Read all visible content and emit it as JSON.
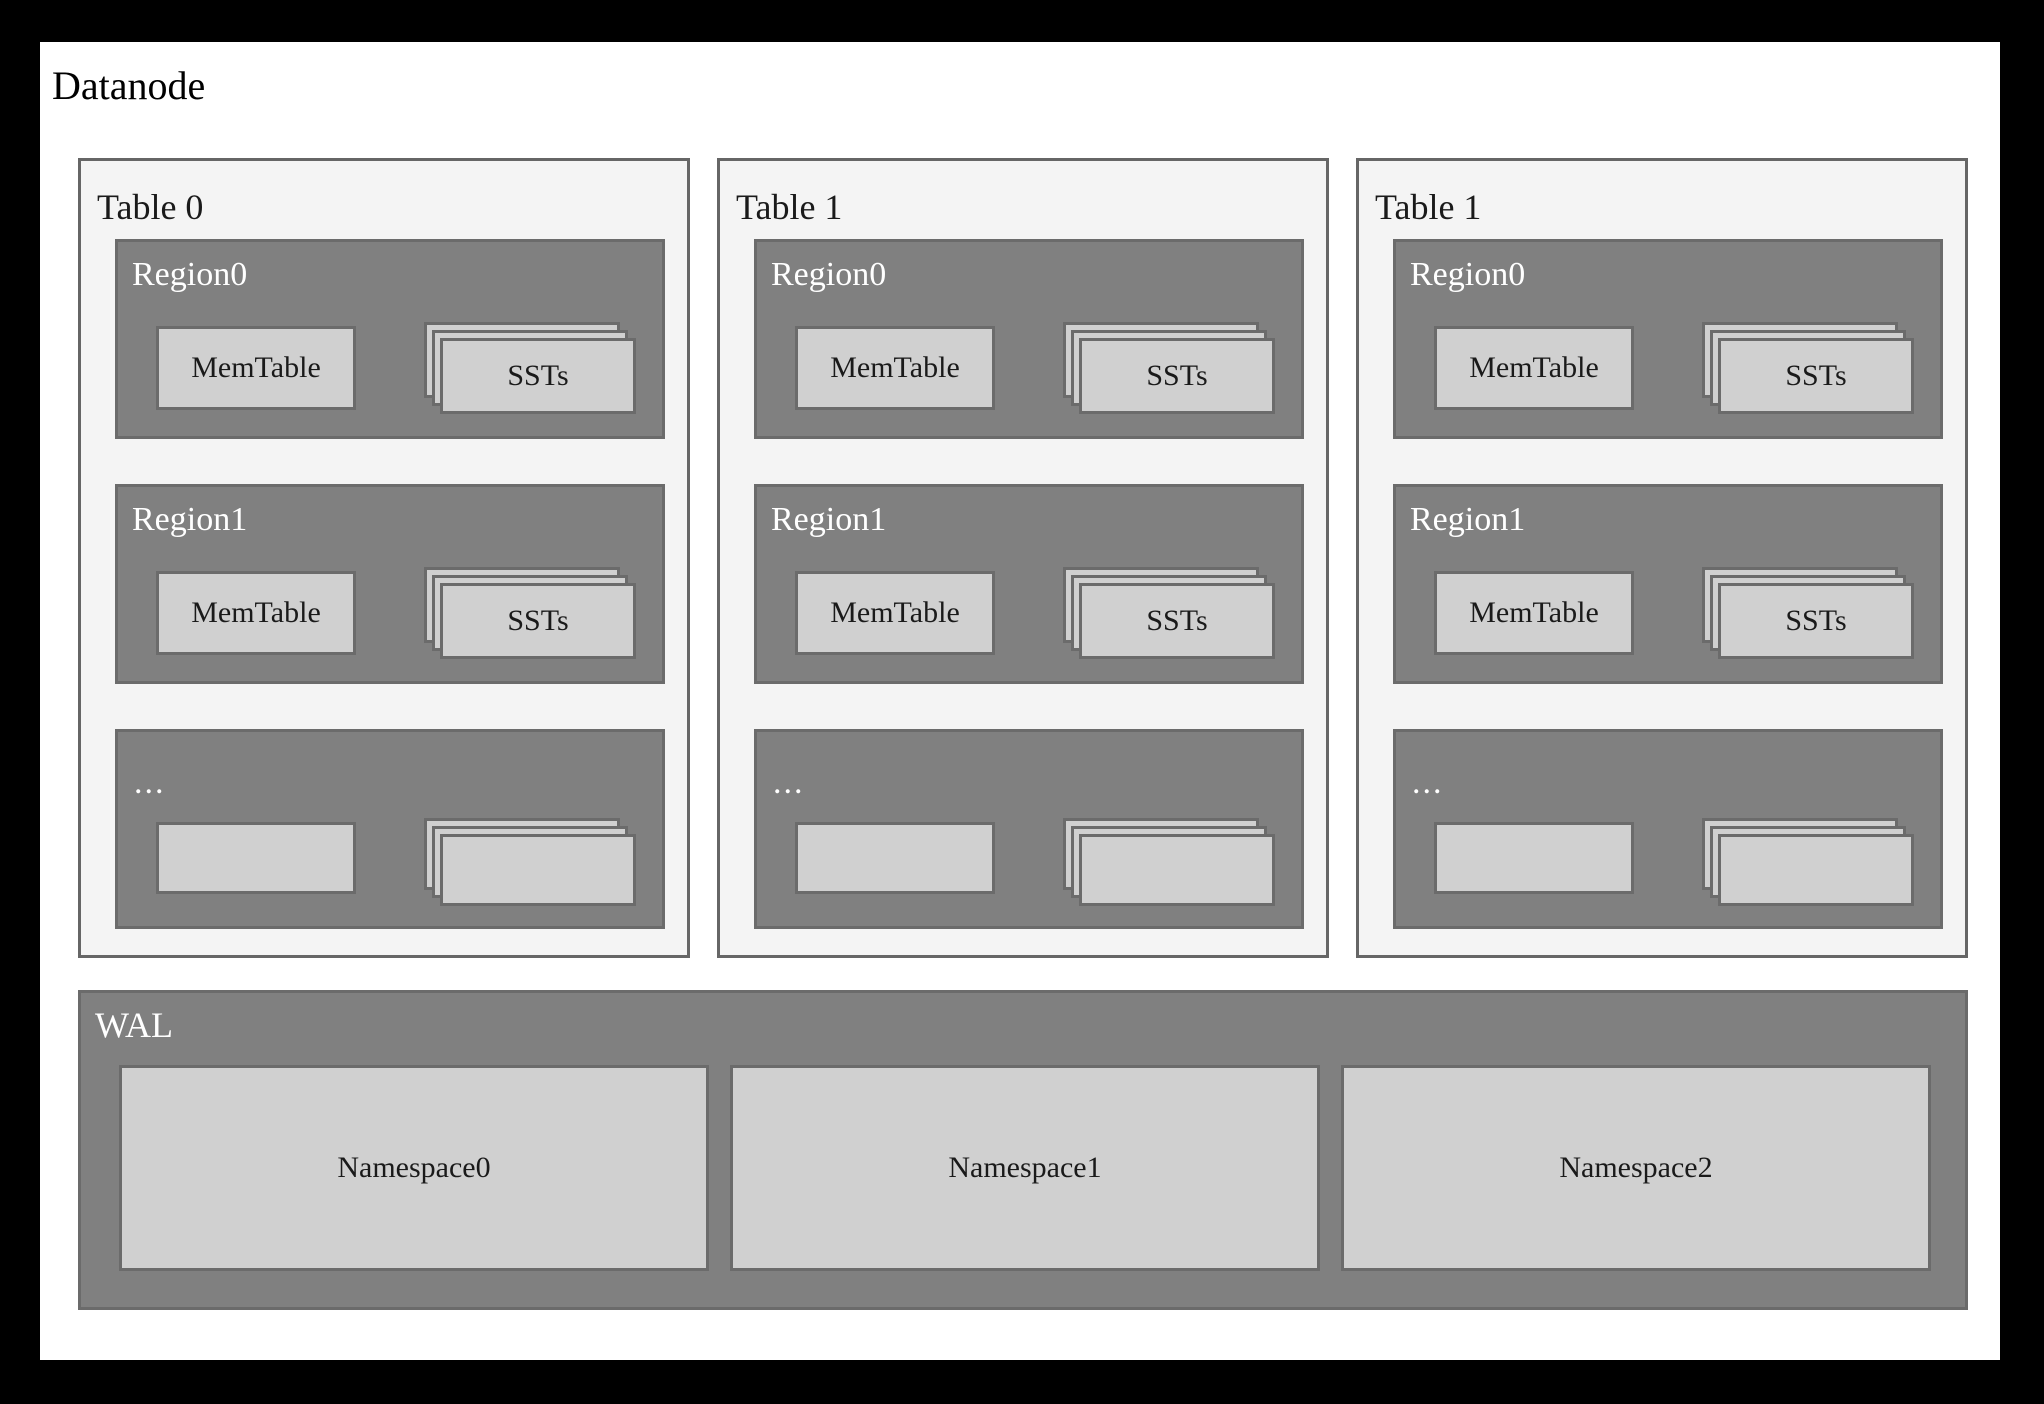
{
  "diagram": {
    "title": "Datanode",
    "colors": {
      "canvas": "#ffffff",
      "frame": "#000000",
      "table_panel_bg": "#f4f4f4",
      "region_bg": "#808080",
      "box_bg": "#d0d0d0",
      "border": "#666666",
      "light_text": "#ffffff",
      "dark_text": "#1a1a1a"
    },
    "tables": [
      {
        "label": "Table 0",
        "regions": [
          {
            "label": "Region0",
            "is_ellipsis": false,
            "memtable_label": "MemTable",
            "sst_label": "SSTs",
            "sst_layers": 3
          },
          {
            "label": "Region1",
            "is_ellipsis": false,
            "memtable_label": "MemTable",
            "sst_label": "SSTs",
            "sst_layers": 3
          },
          {
            "label": "...",
            "is_ellipsis": true,
            "memtable_label": "",
            "sst_label": "",
            "sst_layers": 3
          }
        ]
      },
      {
        "label": "Table 1",
        "regions": [
          {
            "label": "Region0",
            "is_ellipsis": false,
            "memtable_label": "MemTable",
            "sst_label": "SSTs",
            "sst_layers": 3
          },
          {
            "label": "Region1",
            "is_ellipsis": false,
            "memtable_label": "MemTable",
            "sst_label": "SSTs",
            "sst_layers": 3
          },
          {
            "label": "...",
            "is_ellipsis": true,
            "memtable_label": "",
            "sst_label": "",
            "sst_layers": 3
          }
        ]
      },
      {
        "label": "Table 1",
        "regions": [
          {
            "label": "Region0",
            "is_ellipsis": false,
            "memtable_label": "MemTable",
            "sst_label": "SSTs",
            "sst_layers": 3
          },
          {
            "label": "Region1",
            "is_ellipsis": false,
            "memtable_label": "MemTable",
            "sst_label": "SSTs",
            "sst_layers": 3
          },
          {
            "label": "...",
            "is_ellipsis": true,
            "memtable_label": "",
            "sst_label": "",
            "sst_layers": 3
          }
        ]
      }
    ],
    "wal": {
      "label": "WAL",
      "namespaces": [
        {
          "label": "Namespace0"
        },
        {
          "label": "Namespace1"
        },
        {
          "label": "Namespace2"
        }
      ]
    }
  }
}
